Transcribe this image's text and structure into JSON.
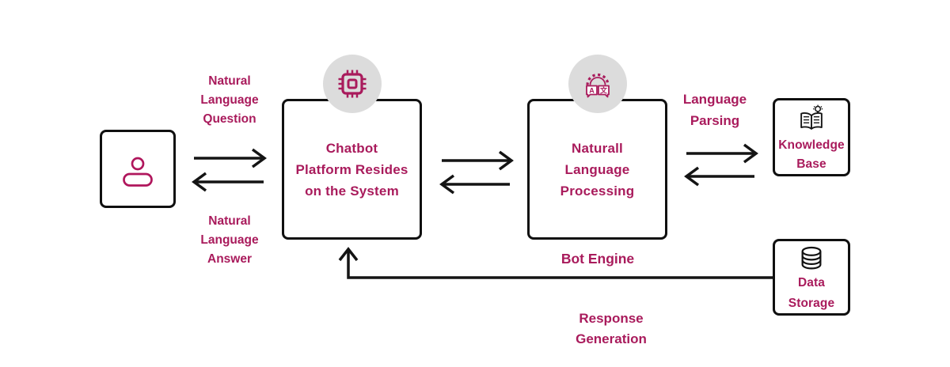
{
  "colors": {
    "accent_text": "#a91b5c",
    "icon_circle_bg": "#dcdcdc",
    "outline_and_arrows": "#111111",
    "background": "#ffffff"
  },
  "nodes": {
    "user": {
      "icon": "person-icon"
    },
    "chatbot_platform": {
      "icon": "chip-icon",
      "lines": [
        "Chatbot",
        "Platform Resides",
        "on the System"
      ]
    },
    "nlp": {
      "icon": "language-processing-icon",
      "icon_letters": [
        "A",
        "文"
      ],
      "lines": [
        "Naturall",
        "Language",
        "Processing"
      ]
    },
    "knowledge_base": {
      "icon": "open-book-icon",
      "lines": [
        "Knowledge",
        "Base"
      ]
    },
    "data_storage": {
      "icon": "database-icon",
      "lines": [
        "Data",
        "Storage"
      ]
    }
  },
  "edge_labels": {
    "question": {
      "lines": [
        "Natural",
        "Language",
        "Question"
      ]
    },
    "answer": {
      "lines": [
        "Natural",
        "Language",
        "Answer"
      ]
    },
    "language_parsing": {
      "lines": [
        "Language",
        "Parsing"
      ]
    },
    "bot_engine": "Bot Engine",
    "response_generation": {
      "lines": [
        "Response",
        "Generation"
      ]
    }
  }
}
